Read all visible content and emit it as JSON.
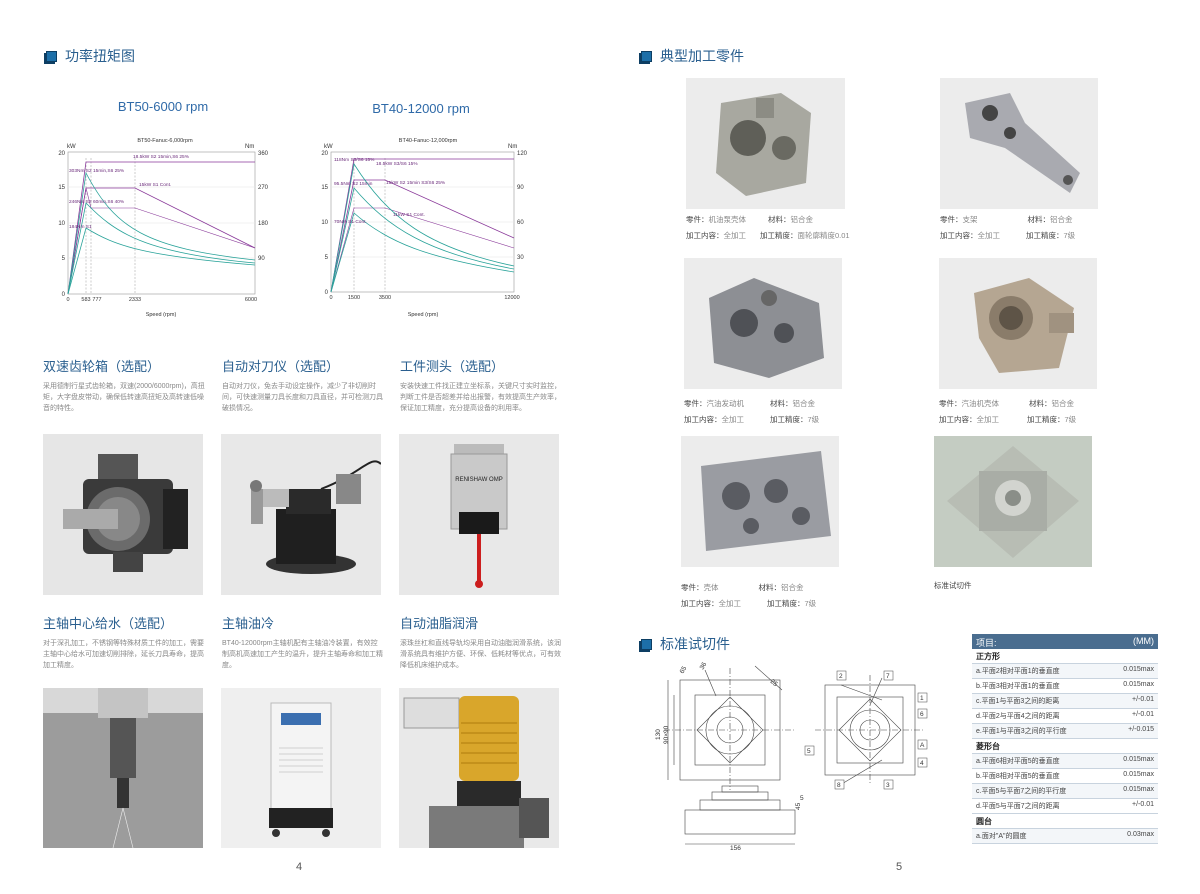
{
  "left": {
    "section_title": "功率扭矩图",
    "chart1": {
      "title": "BT50-6000 rpm",
      "subtitle": "BT50-Fanuc-6,000rpm",
      "y_left_unit": "kW",
      "y_right_unit": "Nm",
      "x_label": "Speed  (rpm)",
      "y_left_ticks": [
        "20",
        "15",
        "10",
        "5",
        "0"
      ],
      "y_right_ticks": [
        "360",
        "270",
        "180",
        "90"
      ],
      "x_ticks": [
        "0",
        "583",
        "777",
        "2333",
        "6000"
      ],
      "annotations": [
        "18.5kW S2 15min,S6 25%",
        "303Nm S2 15min,S6 25%",
        "15kW S1 Cont.",
        "246Nm S2 60min,S6 40%",
        "184Nm S1"
      ]
    },
    "chart2": {
      "title": "BT40-12000 rpm",
      "subtitle": "BT40-Fanuc-12,000rpm",
      "y_left_unit": "kW",
      "y_right_unit": "Nm",
      "x_label": "Speed  (rpm)",
      "y_left_ticks": [
        "20",
        "15",
        "10",
        "5",
        "0"
      ],
      "y_right_ticks": [
        "120",
        "90",
        "60",
        "30"
      ],
      "x_ticks": [
        "0",
        "1500",
        "3500",
        "12000"
      ],
      "annotations": [
        "118Nm S3/S6 15%",
        "18.5kW S3/S6 15%",
        "95.5Nm S2 15min",
        "15kW S2 15min S3/S6 25%",
        "11kW S1 Cont.",
        "70Nm S1 Cont."
      ]
    },
    "features": [
      {
        "title": "双速齿轮箱（选配）",
        "desc": "采用德制行星式齿轮箱，双速(2000/6000rpm)，高扭矩，大字盘皮带动，确保低转速高扭矩及高转速低噪音的特性。",
        "photo": "gearbox-photo"
      },
      {
        "title": "自动对刀仪（选配）",
        "desc": "自动对刀仪，免去手动设定操作，减少了非切削时间，可快速测量刀具长度和刀具直径，并可检测刀具破损情况。",
        "photo": "tool-setter-photo"
      },
      {
        "title": "工件测头（选配）",
        "desc": "安装快速工件找正建立坐标系，关键尺寸实时监控，判断工件是否超差并给出报警，有效提高生产效率，保证加工精度，充分提高设备的利用率。",
        "photo": "probe-photo"
      },
      {
        "title": "主轴中心给水（选配）",
        "desc": "对于深孔加工，不锈钢等特殊材质工件的加工，需要主轴中心给水可加速切削排除，延长刀具寿命，提高加工精度。",
        "photo": "coolant-photo"
      },
      {
        "title": "主轴油冷",
        "desc": "BT40-12000rpm主轴机配有主轴油冷装置，有效控制高机高速加工产生的温升，提升主轴寿命和加工精度。",
        "photo": "oil-cooler-photo"
      },
      {
        "title": "自动油脂润滑",
        "desc": "滚珠丝杠和直线导轨均采用自动油脂润滑系统，该润滑系统具有维护方便、环保、低耗材等优点，可有效降低机床维护成本。",
        "photo": "grease-pump-photo"
      }
    ],
    "probe_label": "RENISHAW OMP",
    "page_number": "4"
  },
  "right": {
    "section_title": "典型加工零件",
    "parts": [
      {
        "name_label": "零件：",
        "name": "机油泵壳体",
        "material_label": "材料：",
        "material": "铝合金",
        "content_label": "加工内容：",
        "content": "全加工",
        "precision_label": "加工精度：",
        "precision": "面轮廓精度0.01"
      },
      {
        "name_label": "零件：",
        "name": "支架",
        "material_label": "材料：",
        "material": "铝合金",
        "content_label": "加工内容：",
        "content": "全加工",
        "precision_label": "加工精度：",
        "precision": "7级"
      },
      {
        "name_label": "零件：",
        "name": "汽油发动机",
        "material_label": "材料：",
        "material": "铝合金",
        "content_label": "加工内容：",
        "content": "全加工",
        "precision_label": "加工精度：",
        "precision": "7级"
      },
      {
        "name_label": "零件：",
        "name": "汽油机壳体",
        "material_label": "材料：",
        "material": "铝合金",
        "content_label": "加工内容：",
        "content": "全加工",
        "precision_label": "加工精度：",
        "precision": "7级"
      },
      {
        "name_label": "零件：",
        "name": "壳体",
        "material_label": "材料：",
        "material": "铝合金",
        "content_label": "加工内容：",
        "content": "全加工",
        "precision_label": "加工精度：",
        "precision": "7级"
      }
    ],
    "std_part_caption": "标准试切件",
    "std_section_title": "标准试切件",
    "drawing": {
      "dims": [
        "130",
        "90×90",
        "65",
        "36",
        "25",
        "5",
        "45",
        "156"
      ],
      "datum_labels": [
        "2",
        "7",
        "1",
        "6",
        "5",
        "A",
        "8",
        "3",
        "4"
      ]
    },
    "table": {
      "header": "项目:",
      "unit": "(MM)",
      "groups": [
        {
          "name": "正方形",
          "rows": [
            {
              "item": "a.平面2相对平面1的垂直度",
              "value": "0.015max"
            },
            {
              "item": "b.平面3相对平面1的垂直度",
              "value": "0.015max"
            },
            {
              "item": "c.平面1与平面3之间的距离",
              "value": "+/-0.01"
            },
            {
              "item": "d.平面2与平面4之间的距离",
              "value": "+/-0.01"
            },
            {
              "item": "e.平面1与平面3之间的平行度",
              "value": "+/-0.015"
            }
          ]
        },
        {
          "name": "菱形台",
          "rows": [
            {
              "item": "a.平面6相对平面5的垂直度",
              "value": "0.015max"
            },
            {
              "item": "b.平面8相对平面5的垂直度",
              "value": "0.015max"
            },
            {
              "item": "c.平面5与平面7之间的平行度",
              "value": "0.015max"
            },
            {
              "item": "d.平面5与平面7之间的距离",
              "value": "+/-0.01"
            }
          ]
        },
        {
          "name": "圆台",
          "rows": [
            {
              "item": "a.面对\"A\"的圆度",
              "value": "0.03max"
            }
          ]
        }
      ]
    },
    "page_number": "5"
  },
  "colors": {
    "accent": "#2a5f8f",
    "chart_purple": "#8a3a9a",
    "chart_teal": "#2aa39a",
    "table_header": "#4a6d8f"
  }
}
